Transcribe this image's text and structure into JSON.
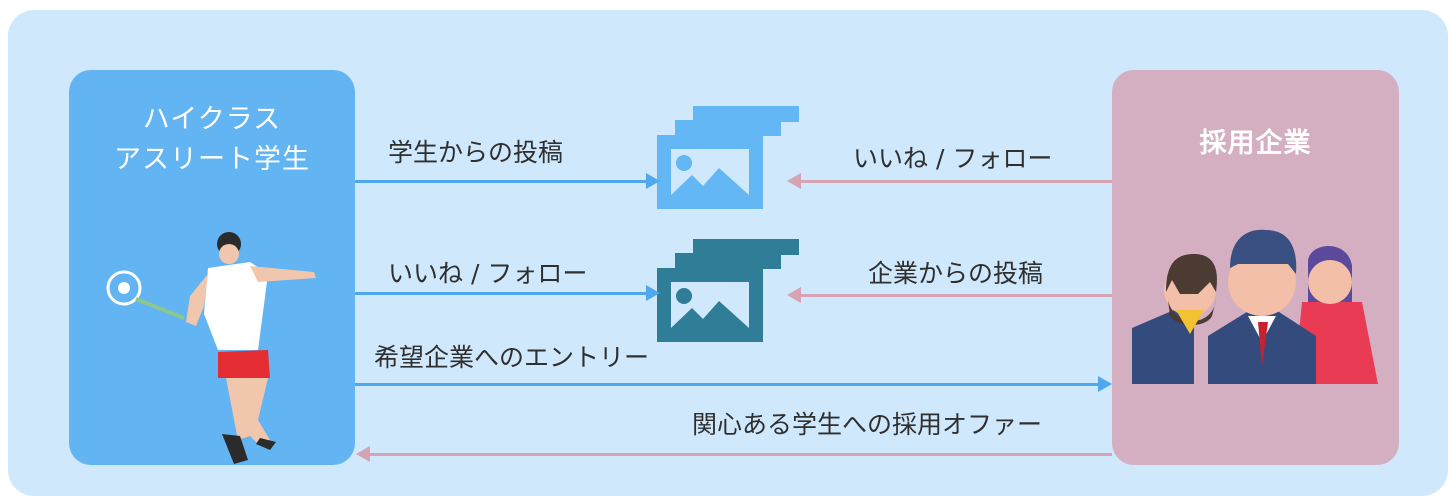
{
  "student_panel": {
    "title_line_1": "ハイクラス",
    "title_line_2": "アスリート学生"
  },
  "company_panel": {
    "title": "採用企業"
  },
  "flows": {
    "student_post": "学生からの投稿",
    "company_like_follow": "いいね / フォロー",
    "student_like_follow": "いいね / フォロー",
    "company_post": "企業からの投稿",
    "entry": "希望企業へのエントリー",
    "offer": "関心ある学生への採用オファー"
  },
  "icons": {
    "top_post": "image-stack-icon",
    "middle_post": "image-stack-icon",
    "student": "badminton-player-icon",
    "company": "company-people-icon"
  },
  "colors": {
    "background": "#cfe8fb",
    "student_panel": "#62b4f3",
    "company_panel": "#d4aec1",
    "blue_arrow": "#4fa8ee",
    "pink_arrow": "#d7a2b3",
    "light_image_icon": "#63b7f5",
    "dark_image_icon": "#2f7d96"
  }
}
